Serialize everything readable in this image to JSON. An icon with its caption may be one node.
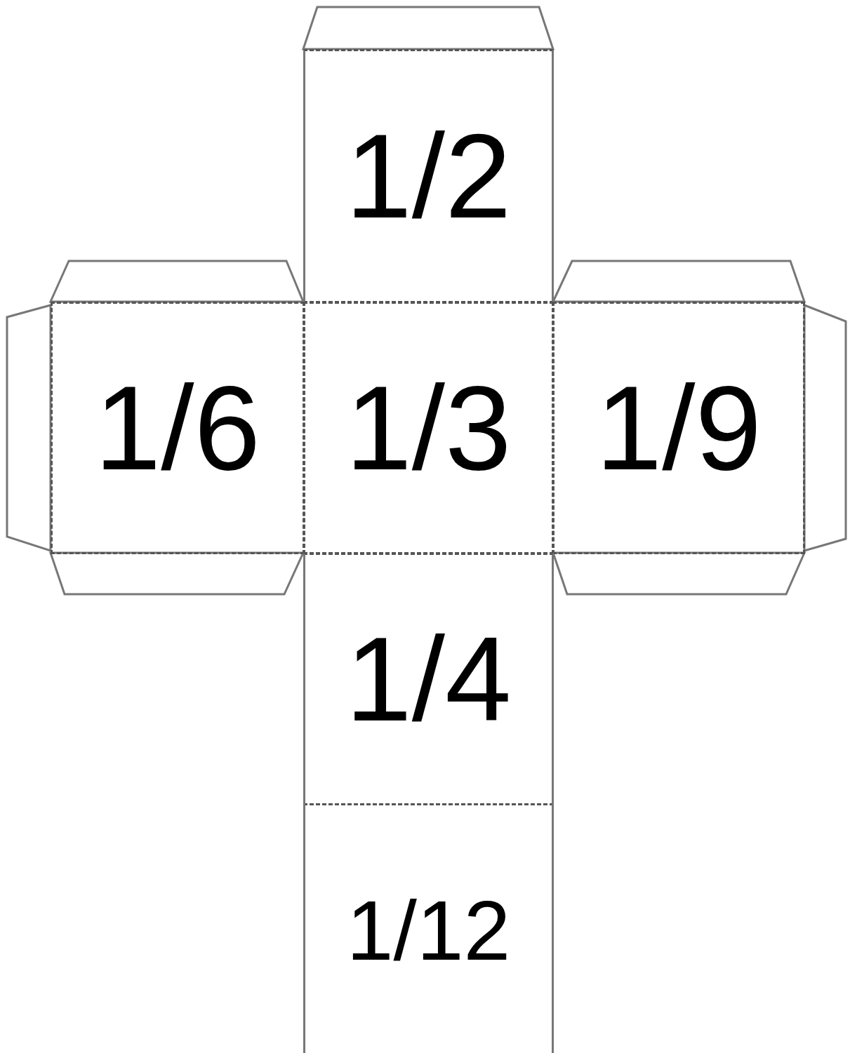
{
  "diagram": {
    "nodes": [
      {
        "text": [
          "1/2"
        ]
      },
      {
        "text": [
          "1/6"
        ]
      },
      {
        "text": [
          "1/3"
        ]
      },
      {
        "text": [
          "1/9"
        ]
      },
      {
        "text": [
          "1/4"
        ]
      },
      {
        "text": [
          "1/12"
        ]
      },
      {
        "text": [],
        "shape": "trapezoid"
      },
      {
        "text": [],
        "shape": "trapezoid"
      },
      {
        "text": [],
        "shape": "trapezoid"
      },
      {
        "text": [],
        "shape": "trapezoid"
      },
      {
        "text": [],
        "shape": "trapezoid"
      },
      {
        "text": [],
        "shape": "trapezoid"
      },
      {
        "text": [],
        "shape": "trapezoid"
      }
    ]
  }
}
